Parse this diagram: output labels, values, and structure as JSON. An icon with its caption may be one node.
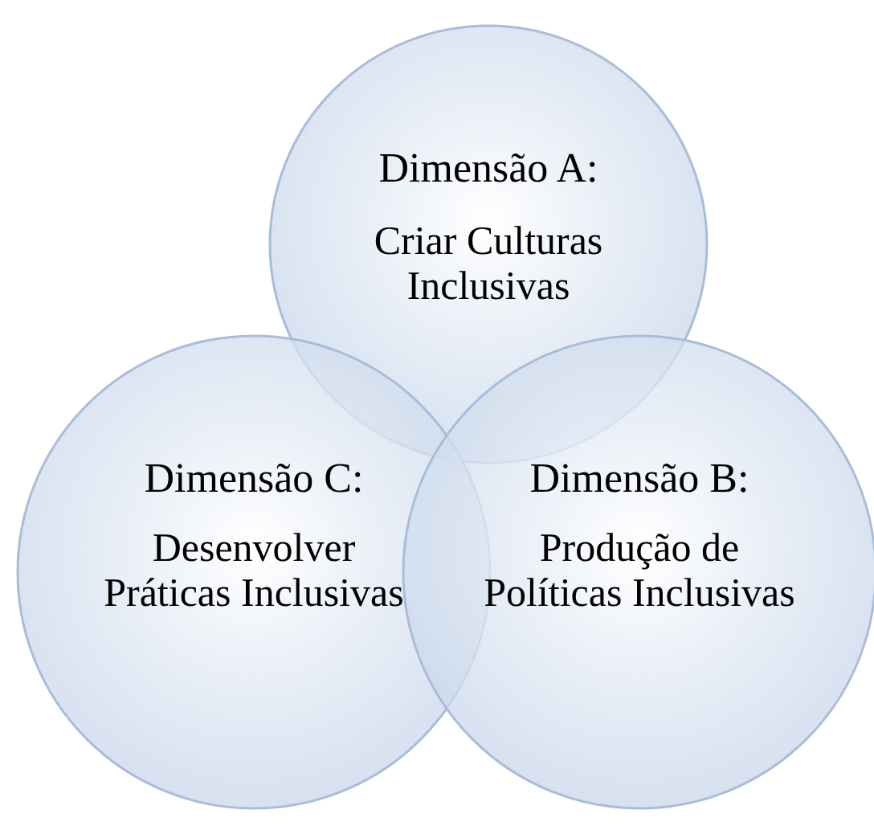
{
  "diagram": {
    "nodes": [
      {
        "text": [
          "Dimensão A:",
          "Criar Culturas Inclusivas"
        ]
      },
      {
        "text": [
          "Dimensão C:",
          "Desenvolver Práticas Inclusivas"
        ]
      },
      {
        "text": [
          "Dimensão B:",
          "Produção de Políticas Inclusivas"
        ]
      }
    ]
  }
}
